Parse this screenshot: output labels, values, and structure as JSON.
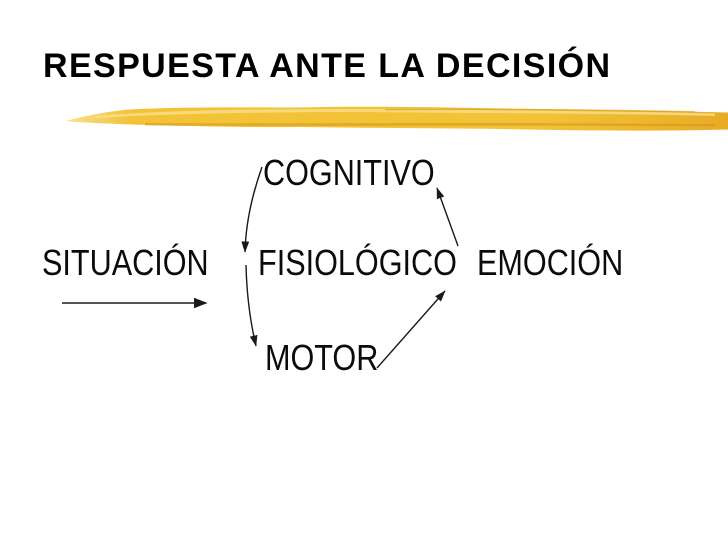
{
  "slide": {
    "title": "RESPUESTA ANTE LA DECISIÓN",
    "background_color": "#ffffff",
    "title_color": "#000000"
  },
  "divider": {
    "description": "yellow paint brushstroke under title",
    "colors": {
      "tip": "#F8E08C",
      "body": "#F2C237",
      "deep": "#E8AC26",
      "shadow": "#D2961B"
    }
  },
  "diagram": {
    "arrow_color": "#1a1a1a",
    "nodes": [
      {
        "id": "situacion",
        "label": "SITUACIÓN"
      },
      {
        "id": "cognitivo",
        "label": "COGNITIVO"
      },
      {
        "id": "fisiologico",
        "label": "FISIOLÓGICO"
      },
      {
        "id": "emocion",
        "label": "EMOCIÓN"
      },
      {
        "id": "motor",
        "label": "MOTOR"
      }
    ],
    "edges": [
      {
        "from": "situacion",
        "to": "fisiologico"
      },
      {
        "from": "cognitivo",
        "to": "fisiologico"
      },
      {
        "from": "fisiologico",
        "to": "motor"
      },
      {
        "from": "motor",
        "to": "fisiologico"
      },
      {
        "from": "emocion",
        "to": "cognitivo"
      }
    ]
  }
}
